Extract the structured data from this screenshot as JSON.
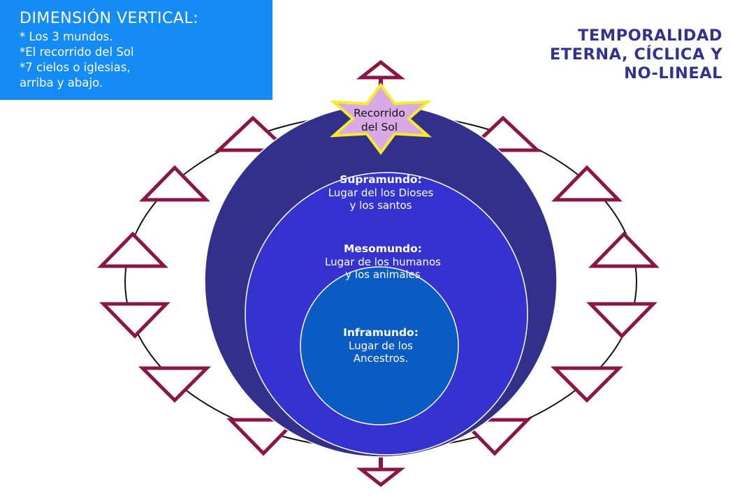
{
  "info_box": {
    "title": "DIMENSIÓN VERTICAL:",
    "lines": [
      "* Los 3 mundos.",
      "*El recorrido del Sol",
      "*7 cielos o iglesias,",
      "arriba y abajo."
    ]
  },
  "main_title": {
    "lines": [
      "TEMPORALIDAD",
      "ETERNA, CÍCLICA Y",
      "NO-LINEAL"
    ]
  },
  "sun": {
    "label_line1": "Recorrido",
    "label_line2": "del Sol"
  },
  "worlds": {
    "supra": {
      "title": "Supramundo:",
      "line1": "Lugar del los Dioses",
      "line2": "y los santos"
    },
    "meso": {
      "title": "Mesomundo:",
      "line1": "Lugar de los humanos",
      "line2": "y los animales"
    },
    "infra": {
      "title": "Inframundo:",
      "line1": "Lugar de los",
      "line2": "Ancestros."
    }
  },
  "colors": {
    "info_box_bg": "#148BF5",
    "title_text": "#33338F",
    "outer_ring": "#111111",
    "triangle_stroke": "#8C1548",
    "axis": "#8C1548",
    "supra_fill": "#33308C",
    "meso_fill": "#3533D0",
    "infra_fill": "#0B5BC4",
    "star_fill": "#D9A9E6",
    "star_stroke": "#F5EC2A"
  },
  "icons": [
    "up-triangle-icon",
    "down-triangle-icon",
    "star-icon"
  ]
}
